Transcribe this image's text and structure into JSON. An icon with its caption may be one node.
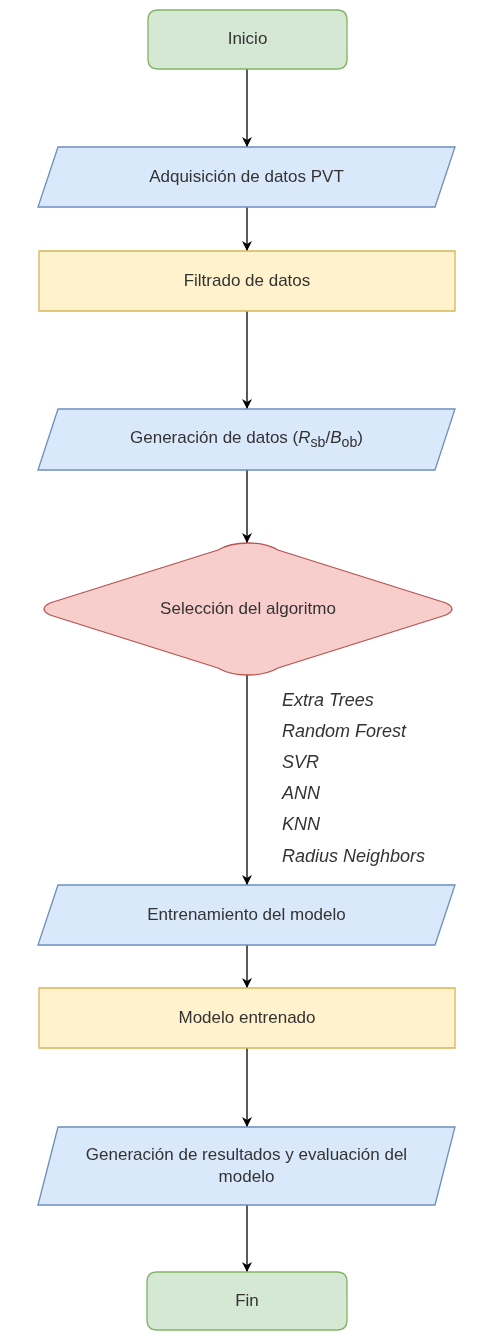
{
  "diagram": {
    "nodes": [
      {
        "text": [
          "Inicio"
        ]
      },
      {
        "text": [
          "Adquisición de datos PVT"
        ]
      },
      {
        "text": [
          "Filtrado de datos"
        ]
      },
      {
        "text": [
          "Generación de datos (*R*$_{sb}$/*B*$_{ob}$)"
        ]
      },
      {
        "text": [
          "Selección del algoritmo"
        ]
      },
      {
        "text": [
          "Entrenamiento del modelo"
        ]
      },
      {
        "text": [
          "Modelo entrenado"
        ]
      },
      {
        "text": [
          "Generación de resultados y evaluación del modelo"
        ]
      },
      {
        "text": [
          "Fin"
        ]
      }
    ],
    "edges": [
      {
        "from": 0,
        "to": 1,
        "arrow": "to"
      },
      {
        "from": 1,
        "to": 2,
        "arrow": "to"
      },
      {
        "from": 2,
        "to": 3,
        "arrow": "to"
      },
      {
        "from": 3,
        "to": 4,
        "arrow": "to"
      },
      {
        "from": 4,
        "to": 5,
        "arrow": "to"
      },
      {
        "from": 5,
        "to": 6,
        "arrow": "to"
      },
      {
        "from": 6,
        "to": 7,
        "arrow": "to"
      },
      {
        "from": 7,
        "to": 8,
        "arrow": "to"
      }
    ],
    "labels": [
      "Extra Trees",
      "Random Forest",
      "SVR",
      "ANN",
      "KNN",
      "Radius Neighbors"
    ]
  }
}
